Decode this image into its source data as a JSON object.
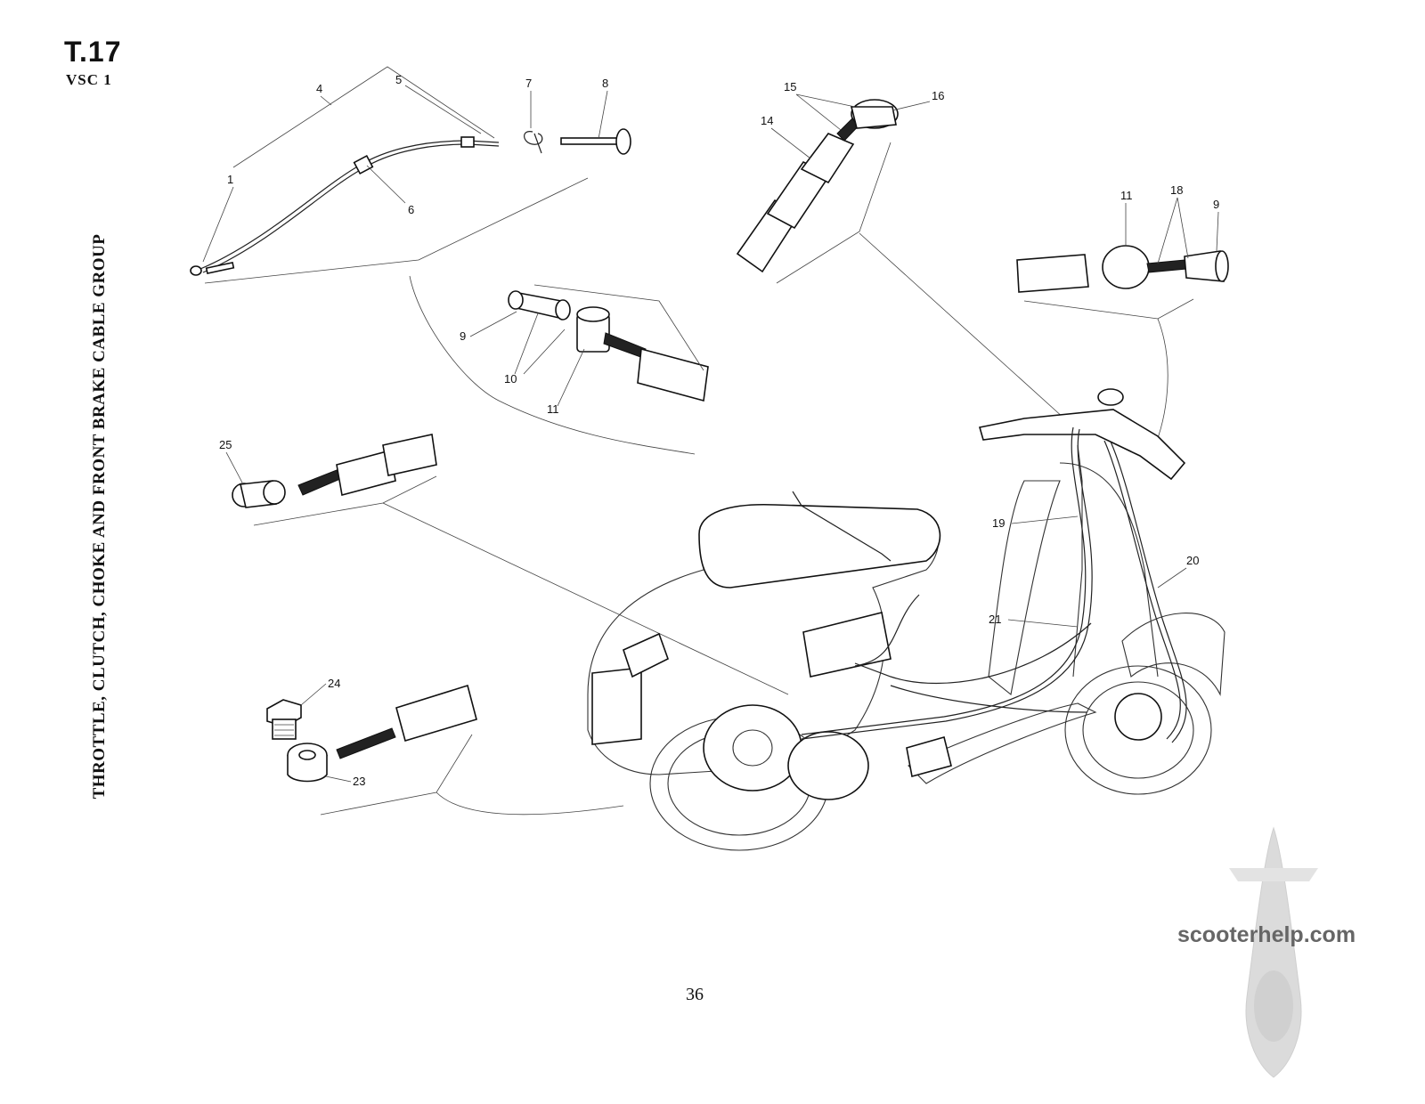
{
  "header": {
    "table_code": "T.17",
    "model": "VSC 1"
  },
  "title": "THROTTLE, CLUTCH, CHOKE AND FRONT BRAKE CABLE GROUP",
  "page_number": "36",
  "watermark": "scooterhelp.com",
  "callouts": {
    "c1": "1",
    "c4": "4",
    "c5": "5",
    "c6": "6",
    "c7": "7",
    "c8": "8",
    "c9a": "9",
    "c10": "10",
    "c11a": "11",
    "c14": "14",
    "c15": "15",
    "c16": "16",
    "c11b": "11",
    "c18": "18",
    "c9b": "9",
    "c25": "25",
    "c24": "24",
    "c23": "23",
    "c19": "19",
    "c20": "20",
    "c21": "21"
  }
}
